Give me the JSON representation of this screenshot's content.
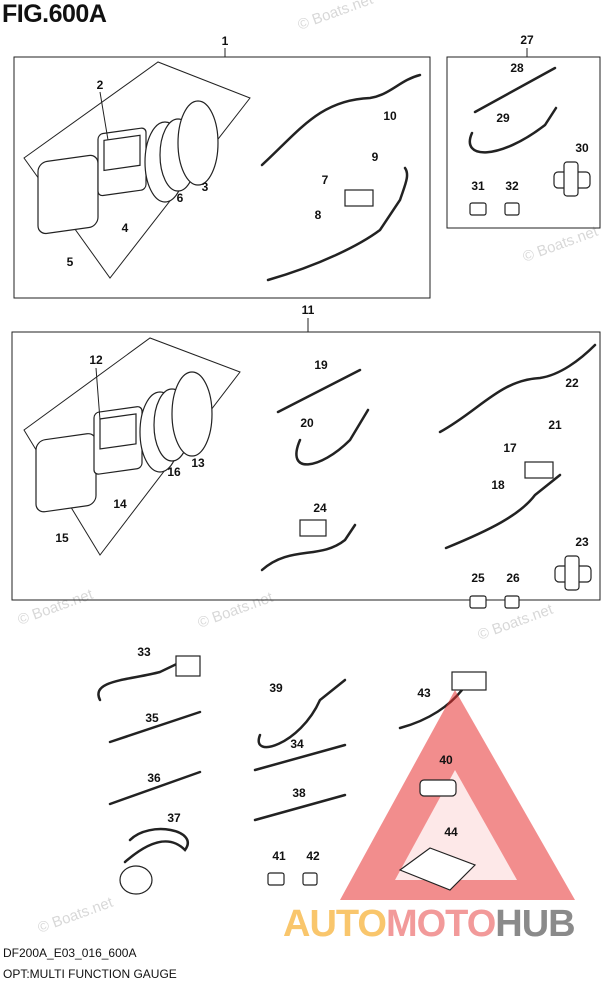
{
  "figure": {
    "title": "FIG.600A",
    "code": "DF200A_E03_016_600A",
    "caption": "OPT:MULTI FUNCTION GAUGE"
  },
  "watermark": {
    "text": "© Boats.net",
    "brand_parts": [
      "AUTO",
      "MOTO",
      "HUB"
    ],
    "colors": {
      "auto": "#f9c66c",
      "moto": "#f29a9a",
      "hub": "#8a8a8a",
      "triangle": "#e83030"
    }
  },
  "callouts": {
    "c1": "1",
    "c2": "2",
    "c3": "3",
    "c4": "4",
    "c5": "5",
    "c6": "6",
    "c7": "7",
    "c8": "8",
    "c9": "9",
    "c10": "10",
    "c11": "11",
    "c12": "12",
    "c13": "13",
    "c14": "14",
    "c15": "15",
    "c16": "16",
    "c17": "17",
    "c18": "18",
    "c19": "19",
    "c20": "20",
    "c21": "21",
    "c22": "22",
    "c23": "23",
    "c24": "24",
    "c25": "25",
    "c26": "26",
    "c27": "27",
    "c28": "28",
    "c29": "29",
    "c30": "30",
    "c31": "31",
    "c32": "32",
    "c33": "33",
    "c34": "34",
    "c35": "35",
    "c36": "36",
    "c37": "37",
    "c38": "38",
    "c39": "39",
    "c40": "40",
    "c41": "41",
    "c42": "42",
    "c43": "43",
    "c44": "44"
  }
}
